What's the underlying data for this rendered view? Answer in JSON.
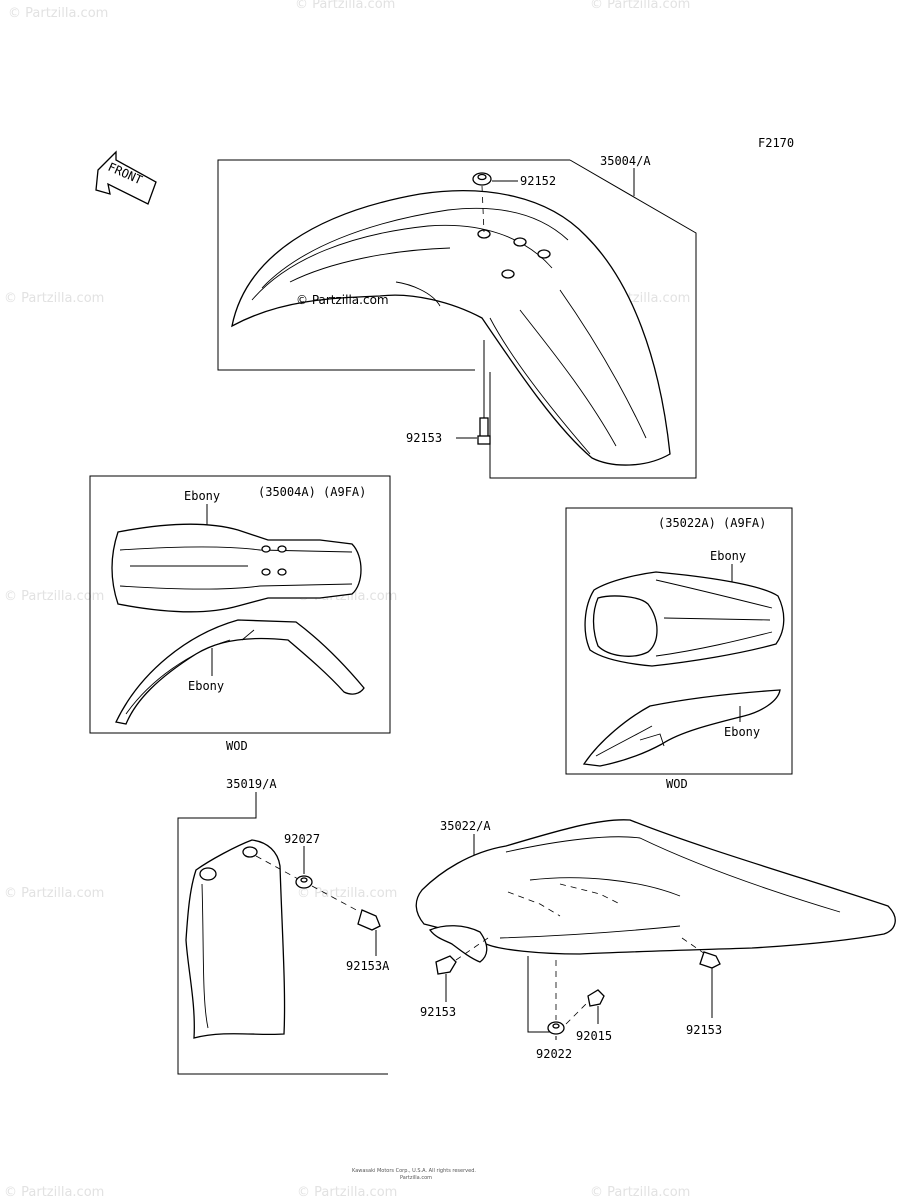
{
  "watermark": "© Partzilla.com",
  "diagram_code": "F2170",
  "front_arrow_label": "FRONT",
  "labels": {
    "front_fender": "35004/A",
    "fender_washer": "92152",
    "fender_bolt": "92153",
    "front_variant_code": "(35004A) (A9FA)",
    "front_color_top": "Ebony",
    "front_color_side": "Ebony",
    "front_variant_market": "WOD",
    "rear_variant_code": "(35022A) (A9FA)",
    "rear_color_top": "Ebony",
    "rear_color_side": "Ebony",
    "rear_variant_market": "WOD",
    "mud_flap": "35019/A",
    "flap_washer": "92027",
    "flap_bolt": "92153A",
    "rear_fender": "35022/A",
    "rear_bolt_left": "92153",
    "rear_bolt_right": "92153",
    "rear_collar": "92015",
    "rear_washer": "92022"
  },
  "footer": {
    "line1": "Kawasaki Motors Corp., U.S.A. All rights reserved.",
    "line2": "Partzilla.com"
  }
}
